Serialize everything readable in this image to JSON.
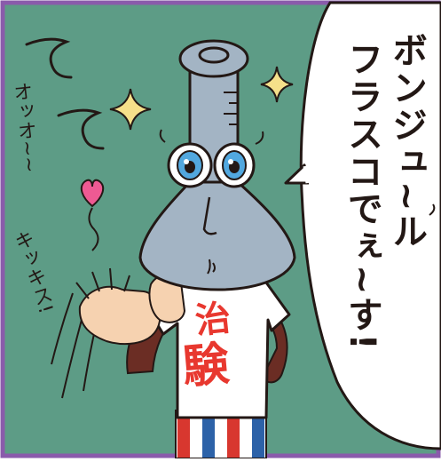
{
  "panel": {
    "colors": {
      "background": "#5d9c86",
      "frame": "#8a5bab",
      "flask": "#a3b4c4",
      "shirt_text": "#e8382f",
      "eyes": "#52a8df",
      "heart": "#ee5a93",
      "sparkle": "#f5e08a"
    },
    "speech_bubble": {
      "line_1": "ボンジュ~ル",
      "line_2": "フラスコでぇ~す!"
    },
    "sound_effects": {
      "line_1": "オッオ~~",
      "line_2": "キッキス!"
    },
    "shirt": {
      "line_1": "治",
      "line_2": "験"
    },
    "icons": [
      "sparkle-icon",
      "heart-icon"
    ]
  }
}
